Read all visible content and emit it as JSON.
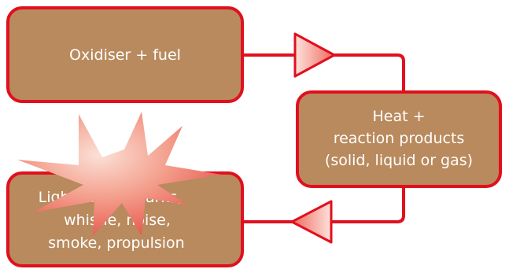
{
  "diagram": {
    "nodes": [
      {
        "id": "oxidiser-fuel",
        "lines": [
          "Oxidiser + fuel"
        ]
      },
      {
        "id": "heat-products",
        "lines": [
          "Heat +",
          "reaction products",
          "(solid, liquid or gas)"
        ]
      },
      {
        "id": "effects",
        "lines": [
          "Light, heat, sparks,",
          "whistle, noise,",
          "smoke, propulsion"
        ]
      }
    ],
    "edges": [
      {
        "from": "oxidiser-fuel",
        "to": "heat-products",
        "marker": "triangle-arrow"
      },
      {
        "from": "heat-products",
        "to": "effects",
        "marker": "triangle-arrow"
      }
    ],
    "decoration": {
      "icon": "explosion-burst-icon"
    },
    "colors": {
      "box_fill": "#b98a5e",
      "box_border": "#e0101e",
      "connector": "#e0101e",
      "arrow_fill_light": "#fde2dc",
      "arrow_fill_dark": "#ef6a5e",
      "burst_light": "#f8c8ba",
      "burst_dark": "#e64b43",
      "text": "#ffffff"
    }
  }
}
